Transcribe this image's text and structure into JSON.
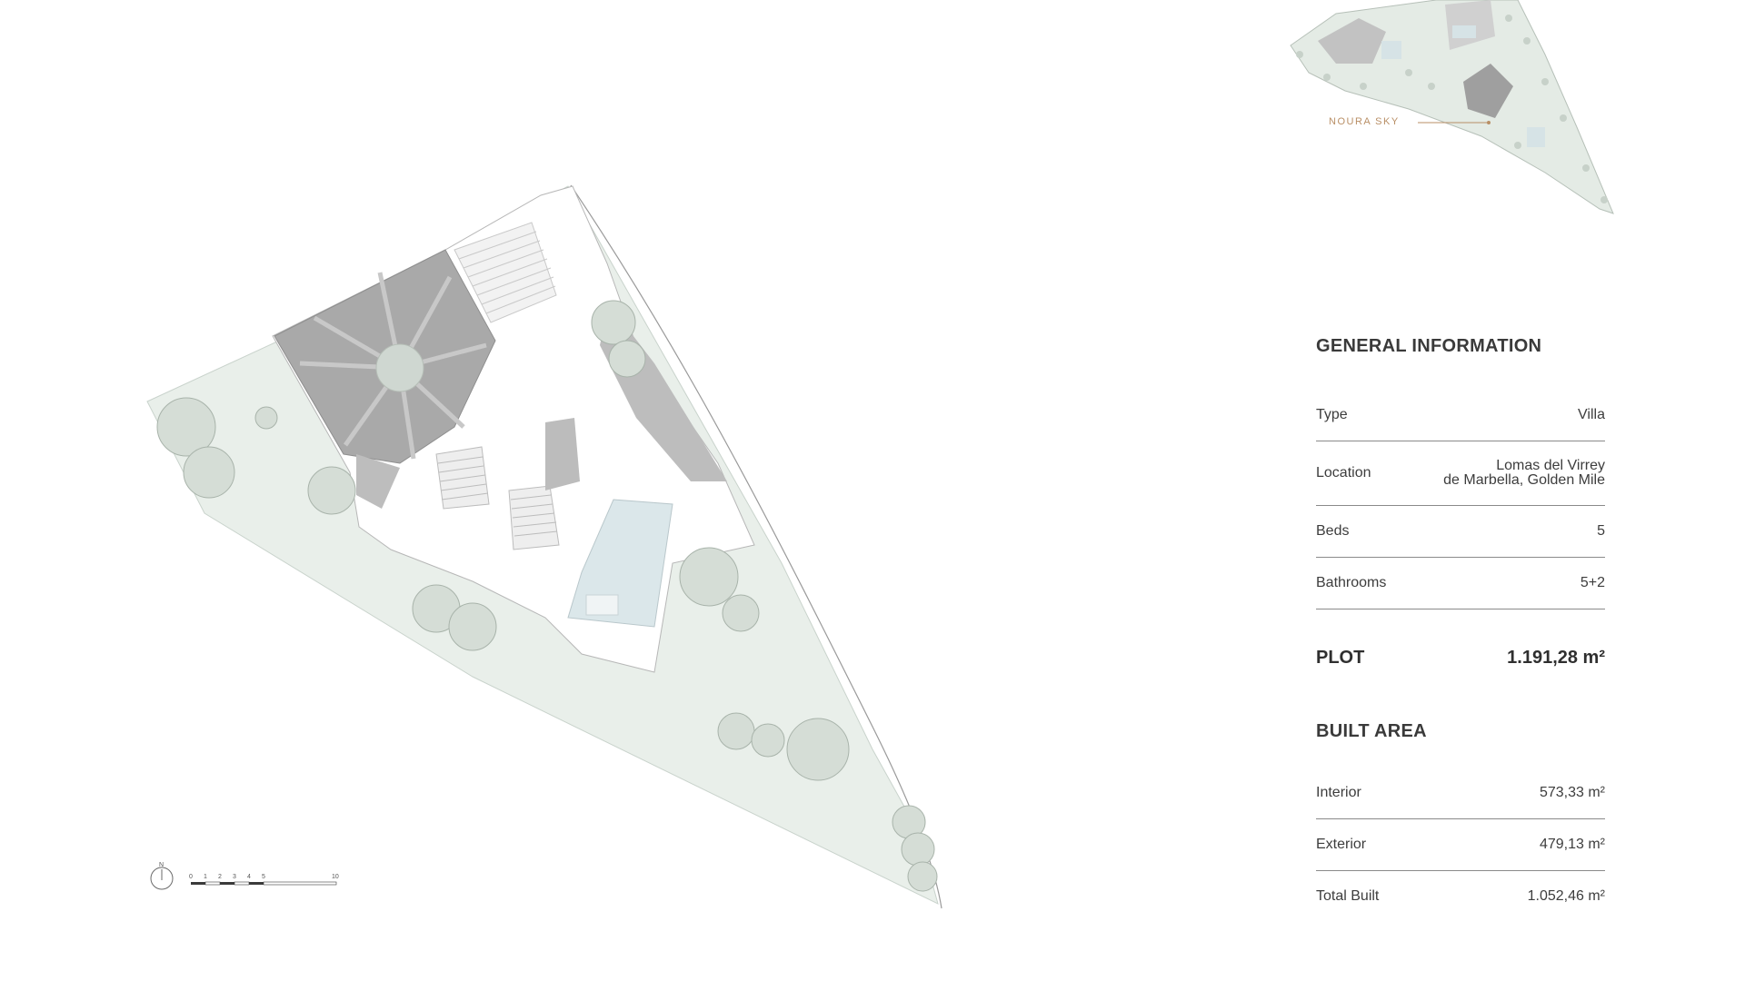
{
  "key_plan": {
    "label": "NOURA SKY"
  },
  "scale_bar": {
    "north": "N",
    "ticks": [
      "0",
      "1",
      "2",
      "3",
      "4",
      "5",
      "10"
    ]
  },
  "general_information": {
    "title": "GENERAL INFORMATION",
    "rows": [
      {
        "label": "Type",
        "value": "Villa"
      },
      {
        "label": "Location",
        "value_line1": "Lomas del Virrey",
        "value_line2": "de Marbella, Golden Mile"
      },
      {
        "label": "Beds",
        "value": "5"
      },
      {
        "label": "Bathrooms",
        "value": "5+2"
      }
    ]
  },
  "plot": {
    "label": "PLOT",
    "value": "1.191,28 m²"
  },
  "built_area": {
    "title": "BUILT AREA",
    "rows": [
      {
        "label": "Interior",
        "value": "573,33 m²"
      },
      {
        "label": "Exterior",
        "value": "479,13 m²"
      },
      {
        "label": "Total Built",
        "value": "1.052,46 m²"
      }
    ]
  },
  "colors": {
    "garden": "#e9efea",
    "roof": "#a9a9a9",
    "pool": "#dbe7ea",
    "accent": "#b98f66",
    "text": "#3a3a3a"
  }
}
